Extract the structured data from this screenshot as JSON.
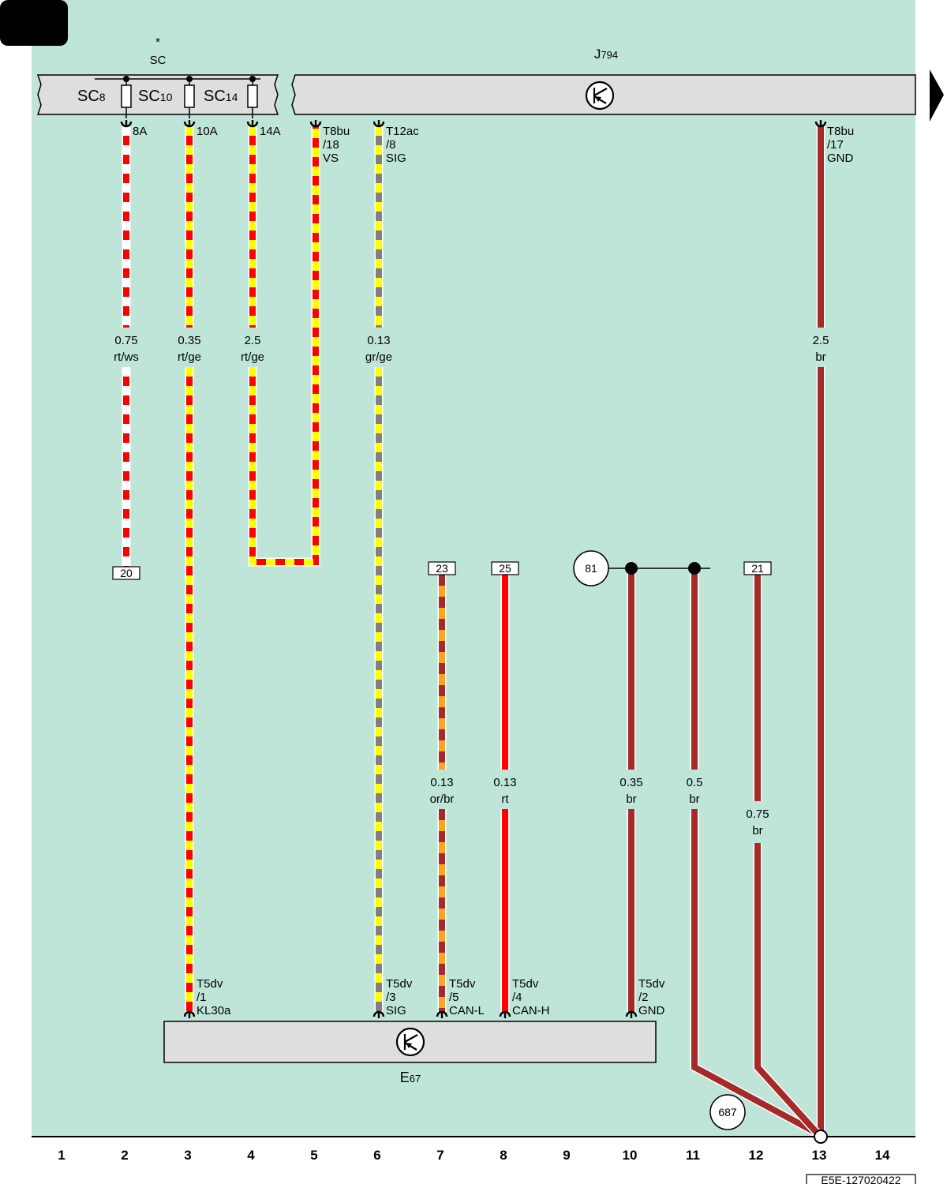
{
  "header": {
    "asterisk": "*",
    "sc_group": "SC",
    "module_name": "J",
    "module_sub": "794"
  },
  "fuse_box": {
    "fuses": [
      {
        "prefix": "SC",
        "sub": "8",
        "rating": "8A"
      },
      {
        "prefix": "SC",
        "sub": "10",
        "rating": "10A"
      },
      {
        "prefix": "SC",
        "sub": "14",
        "rating": "14A"
      }
    ]
  },
  "top_pins": [
    {
      "lines": [
        "T8bu",
        "/18",
        "VS"
      ]
    },
    {
      "lines": [
        "T12ac",
        "/8",
        "SIG"
      ]
    },
    {
      "lines": [
        "T8bu",
        "/17",
        "GND"
      ]
    }
  ],
  "wires": [
    {
      "size": "0.75",
      "color": "rt/ws"
    },
    {
      "size": "0.35",
      "color": "rt/ge"
    },
    {
      "size": "2.5",
      "color": "rt/ge"
    },
    {
      "size": "0.13",
      "color": "gr/ge"
    },
    {
      "size": "2.5",
      "color": "br"
    },
    {
      "size": "0.13",
      "color": "or/br"
    },
    {
      "size": "0.13",
      "color": "rt"
    },
    {
      "size": "0.35",
      "color": "br"
    },
    {
      "size": "0.5",
      "color": "br"
    },
    {
      "size": "0.75",
      "color": "br"
    }
  ],
  "references": {
    "box_20": "20",
    "box_23": "23",
    "box_25": "25",
    "box_21": "21",
    "circle_81": "81",
    "circle_687": "687"
  },
  "bottom_pins": [
    {
      "lines": [
        "T5dv",
        "/1",
        "KL30a"
      ]
    },
    {
      "lines": [
        "T5dv",
        "/3",
        "SIG"
      ]
    },
    {
      "lines": [
        "T5dv",
        "/5",
        "CAN-L"
      ]
    },
    {
      "lines": [
        "T5dv",
        "/4",
        "CAN-H"
      ]
    },
    {
      "lines": [
        "T5dv",
        "/2",
        "GND"
      ]
    }
  ],
  "component_bottom": {
    "name": "E",
    "sub": "67"
  },
  "column_numbers": [
    "1",
    "2",
    "3",
    "4",
    "5",
    "6",
    "7",
    "8",
    "9",
    "10",
    "11",
    "12",
    "13",
    "14"
  ],
  "footer_code": "E5E-127020422",
  "colors": {
    "background": "#bfe5d9",
    "component_fill": "#dedede",
    "red": "#ff0000",
    "white": "#ffffff",
    "yellow": "#ffff00",
    "grey": "#808080",
    "orange": "#f5a623",
    "brown": "#a52a2a"
  }
}
